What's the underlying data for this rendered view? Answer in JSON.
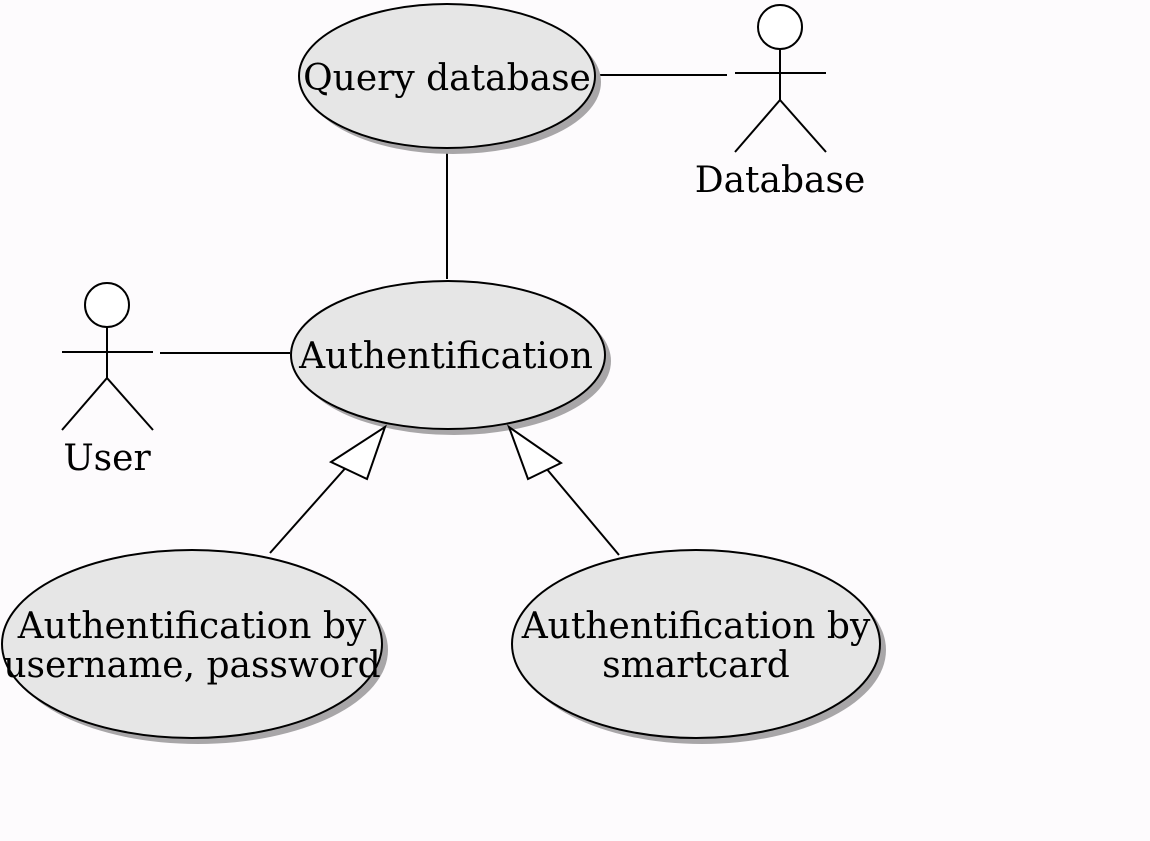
{
  "use_cases": {
    "query_database": {
      "label": "Query database"
    },
    "authentification": {
      "label": "Authentification"
    },
    "auth_by_password": {
      "line1": "Authentification by",
      "line2": "username, password"
    },
    "auth_by_smartcard": {
      "line1": "Authentification by",
      "line2": "smartcard"
    }
  },
  "actors": {
    "database": {
      "label": "Database"
    },
    "user": {
      "label": "User"
    }
  },
  "associations": [
    {
      "from": "Query database",
      "to": "Database",
      "type": "association"
    },
    {
      "from": "User",
      "to": "Authentification",
      "type": "association"
    },
    {
      "from": "Query database",
      "to": "Authentification",
      "type": "association"
    },
    {
      "from": "Authentification by username, password",
      "to": "Authentification",
      "type": "generalization"
    },
    {
      "from": "Authentification by smartcard",
      "to": "Authentification",
      "type": "generalization"
    }
  ]
}
